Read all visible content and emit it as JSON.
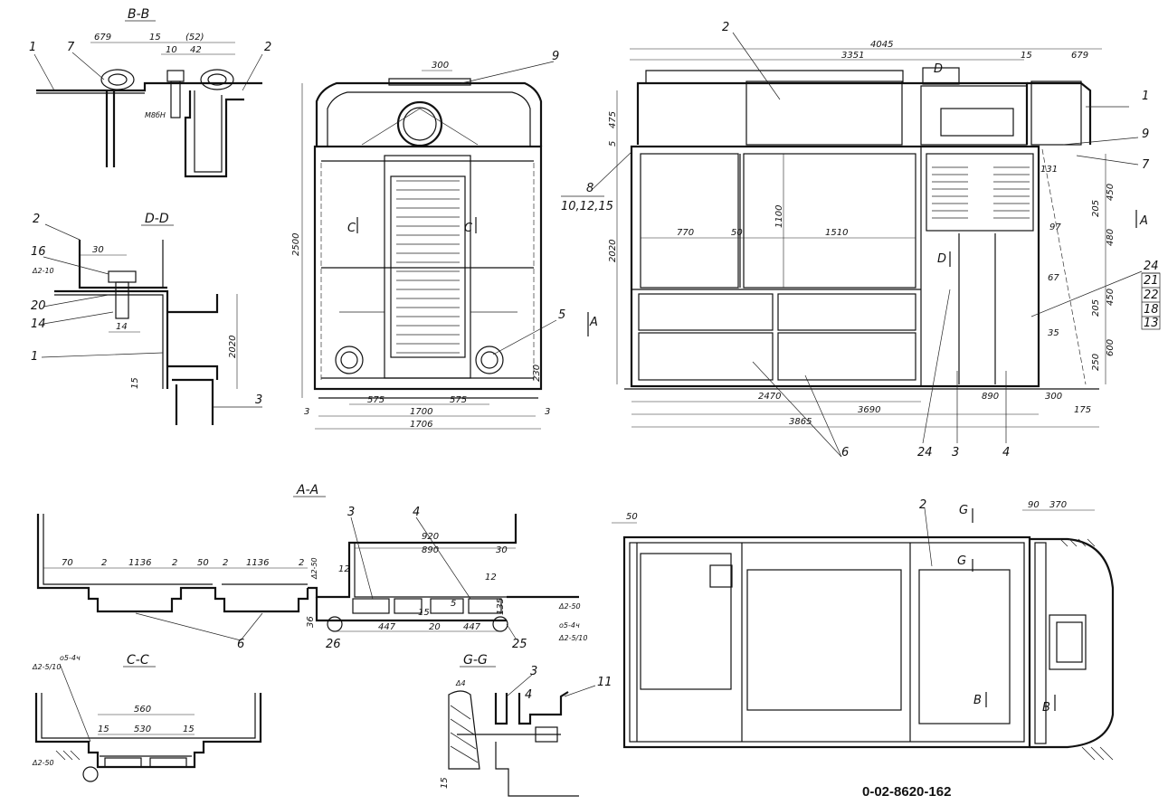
{
  "document_number": "0-02-8620-162",
  "sections": {
    "bb": "В-В",
    "dd": "D-D",
    "aa": "А-А",
    "cc": "С-С",
    "gg": "G-G"
  },
  "view_markers": {
    "c": "С",
    "a": "А",
    "d": "D",
    "b": "В",
    "g": "G"
  },
  "callouts": {
    "n1": "1",
    "n2": "2",
    "n3": "3",
    "n4": "4",
    "n5": "5",
    "n6": "6",
    "n7": "7",
    "n8": "8",
    "n9": "9",
    "n11": "11",
    "n14": "14",
    "n16": "16",
    "n20": "20",
    "n24": "24",
    "n25": "25",
    "n26": "26",
    "list_8": "10,12,15",
    "stack_24": [
      "21",
      "22",
      "18",
      "13"
    ]
  },
  "dims_bb": {
    "d679": "679",
    "d15": "15",
    "d52": "(52)",
    "d10": "10",
    "d42": "42",
    "bolt": "М8бН"
  },
  "dims_dd": {
    "d30": "30",
    "weld": "Δ2-10",
    "d14": "14",
    "d2020": "2020",
    "d15": "15"
  },
  "dims_front": {
    "d300": "300",
    "d2500": "2500",
    "d575a": "575",
    "d575b": "575",
    "d1700": "1700",
    "d1706": "1706",
    "d3a": "3",
    "d3b": "3",
    "d230": "230"
  },
  "dims_side": {
    "d4045": "4045",
    "d3351": "3351",
    "d15": "15",
    "d679": "679",
    "d475": "475",
    "d5": "5",
    "d2020": "2020",
    "d770": "770",
    "d50": "50",
    "d1510": "1510",
    "d1100": "1100",
    "d131": "131",
    "d450a": "450",
    "d205a": "205",
    "d480": "480",
    "d97": "97",
    "d67": "67",
    "d205b": "205",
    "d450b": "450",
    "d35": "35",
    "d600": "600",
    "d250": "250",
    "d2470": "2470",
    "d890": "890",
    "d300": "300",
    "d3865": "3865",
    "d3690": "3690",
    "d175": "175"
  },
  "dims_aa": {
    "d70": "70",
    "d2a": "2",
    "d1136a": "1136",
    "d2b": "2",
    "d50": "50",
    "d2c": "2",
    "d1136b": "1136",
    "d2d": "2",
    "weld1": "Δ2-50",
    "d12a": "12",
    "d920": "920",
    "d890": "890",
    "d30": "30",
    "d12b": "12",
    "d36": "36",
    "d447a": "447",
    "d20": "20",
    "d447b": "447",
    "d135": "135",
    "d5": "5",
    "d15": "15",
    "weld2": "Δ2-50",
    "weld3": "о5-4ч",
    "weld4": "Δ2-5/10"
  },
  "dims_cc": {
    "weld1": "Δ2-5/10",
    "weld2": "о5-4ч",
    "d560": "560",
    "d15a": "15",
    "d530": "530",
    "d15b": "15",
    "weld3": "Δ2-50"
  },
  "dims_gg": {
    "weld": "Δ4",
    "d15": "15"
  },
  "dims_top": {
    "d50": "50",
    "d90": "90",
    "d370": "370"
  }
}
